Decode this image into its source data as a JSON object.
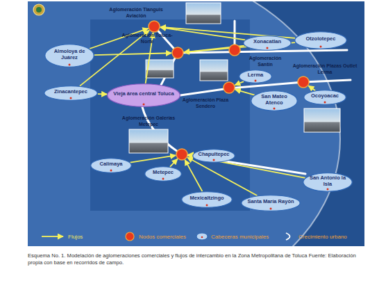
{
  "diagram": {
    "caption": "Esquema No. 1. Modelación de aglomeraciones comerciales y flujos de intercambio en la Zona Metropolitana de Toluca Fuente: Elaboración propia con base en recorridos de campo.",
    "nodes": [
      {
        "text": [
          "Aglomeración Tianguis Aviación"
        ]
      },
      {
        "text": [
          "Almoloya de Juárez"
        ]
      },
      {
        "text": [
          "Aglomeración Toluca-Norte"
        ]
      },
      {
        "text": [
          "Xonacatlan"
        ]
      },
      {
        "text": [
          "Otzolotepec"
        ]
      },
      {
        "text": [
          "Aglomeración Santín"
        ]
      },
      {
        "text": [
          "Zinacantepec"
        ]
      },
      {
        "text": [
          "Vieja área central Toluca"
        ]
      },
      {
        "text": [
          "Aglomeración Plaza Sendero"
        ]
      },
      {
        "text": [
          "Lerma"
        ]
      },
      {
        "text": [
          "San Mateo Atenco"
        ]
      },
      {
        "text": [
          "Aglomeración Plazas Outlet Lerma"
        ]
      },
      {
        "text": [
          "Ocoyoacac"
        ]
      },
      {
        "text": [
          "Aglomeración Galerías Metepec"
        ]
      },
      {
        "text": [
          "Chapultepec"
        ]
      },
      {
        "text": [
          "Calimaya"
        ]
      },
      {
        "text": [
          "Metepec"
        ]
      },
      {
        "text": [
          "Mexicaltzingo"
        ]
      },
      {
        "text": [
          "Santa María Rayón"
        ]
      },
      {
        "text": [
          "San Antonio la Isla"
        ]
      }
    ],
    "edges": [
      {
        "from": 1,
        "to": 0,
        "arrow": "to"
      },
      {
        "from": 1,
        "to": 2,
        "arrow": "to"
      },
      {
        "from": 6,
        "to": 0,
        "arrow": "to"
      },
      {
        "from": 6,
        "to": 7,
        "arrow": "to"
      },
      {
        "from": 7,
        "to": 0,
        "arrow": "to"
      },
      {
        "from": 4,
        "to": 0,
        "arrow": "to"
      },
      {
        "from": 4,
        "to": 2,
        "arrow": "to"
      },
      {
        "from": 3,
        "to": 0,
        "arrow": "to"
      },
      {
        "from": 3,
        "to": 2,
        "arrow": "to"
      },
      {
        "from": 9,
        "to": 8,
        "arrow": "to"
      },
      {
        "from": 10,
        "to": 8,
        "arrow": "to"
      },
      {
        "from": 12,
        "to": 11,
        "arrow": "to"
      },
      {
        "from": 14,
        "to": 13,
        "arrow": "to"
      },
      {
        "from": 15,
        "to": 13,
        "arrow": "to"
      },
      {
        "from": 16,
        "to": 13,
        "arrow": "to"
      },
      {
        "from": 17,
        "to": 13,
        "arrow": "to"
      },
      {
        "from": 18,
        "to": 13,
        "arrow": "to"
      },
      {
        "from": 19,
        "to": 13,
        "arrow": "to"
      }
    ],
    "legend": [
      {
        "text": "Flujos"
      },
      {
        "text": "Nodos comerciales"
      },
      {
        "text": "Cabeceras municipales"
      },
      {
        "text": "Crecimiento urbano"
      }
    ]
  }
}
